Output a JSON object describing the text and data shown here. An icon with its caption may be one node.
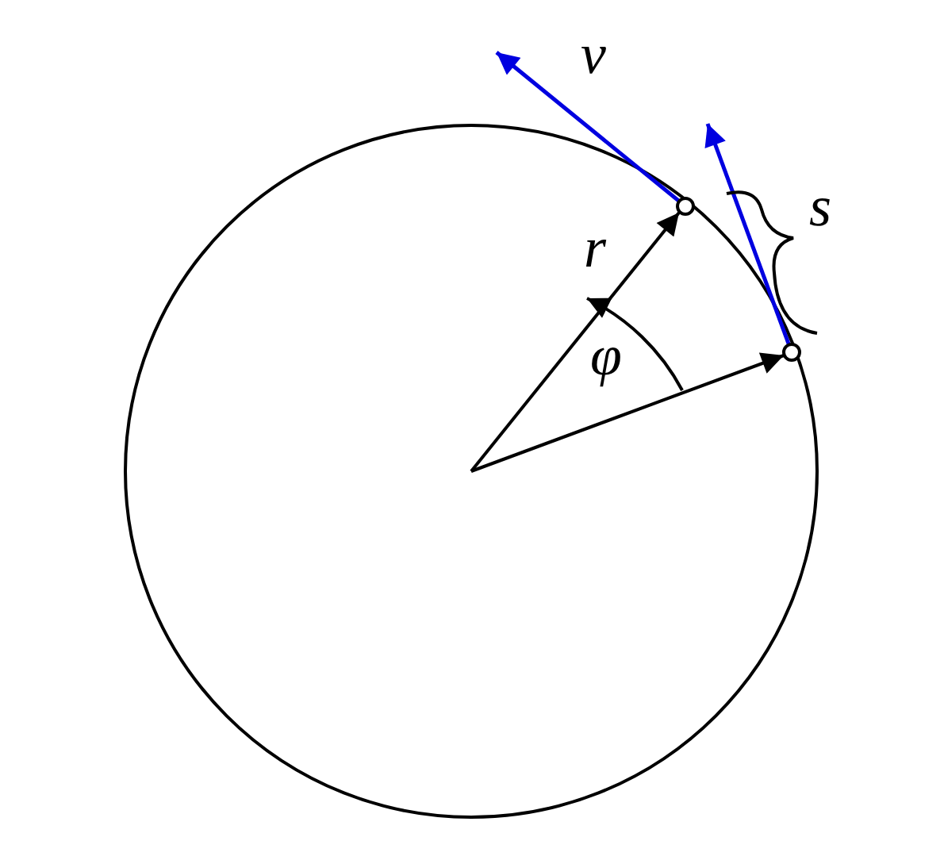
{
  "diagram": {
    "labels": [
      "v",
      "s",
      "r",
      "φ"
    ]
  }
}
